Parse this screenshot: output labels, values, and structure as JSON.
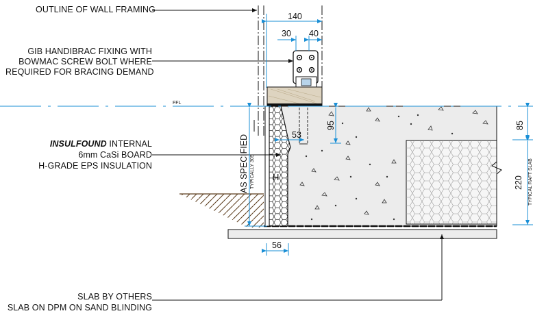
{
  "labels": {
    "wall_framing": "OUTLINE OF WALL FRAMING",
    "handibrac_1": "GIB HANDIBRAC FIXING WITH",
    "handibrac_2": "BOWMAC SCREW BOLT WHERE",
    "handibrac_3": "REQUIRED FOR BRACING DEMAND",
    "insulfound_bold": "INSULFOUND",
    "insulfound_rest": " INTERNAL",
    "casi_board": "6mm CaSi BOARD",
    "eps": "H-GRADE EPS INSULATION",
    "slab_others": "SLAB BY OTHERS",
    "slab_dpm": "SLAB ON DPM ON SAND BLINDING",
    "ffl": "FFL",
    "as_specified": "AS SPECIFIED",
    "typically_305": "TYPICALLY 305",
    "typical_raft_slab": "TYPICAL RAFT SLAB",
    "h_mark": "H"
  },
  "dimensions": {
    "d140": "140",
    "d30": "30",
    "d40": "40",
    "d53": "53",
    "d95": "95",
    "d85": "85",
    "d220": "220",
    "d56": "56"
  },
  "colors": {
    "dimension": "#1a8fd6",
    "concrete": "#ececec",
    "timber": "#ded4c0",
    "line": "#111111"
  }
}
